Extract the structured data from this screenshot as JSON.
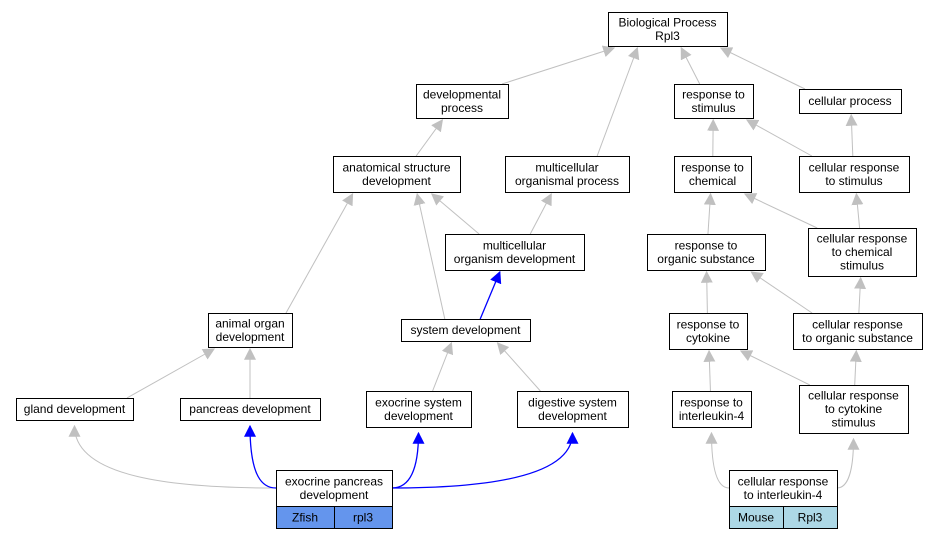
{
  "colors": {
    "edge_default": "#c0c0c0",
    "edge_highlight": "#0000ff",
    "zfish_fill": "#6495ed",
    "mouse_fill": "#add8e6"
  },
  "nodes": [
    {
      "id": "bio",
      "lines": [
        "Biological Process",
        "Rpl3"
      ]
    },
    {
      "id": "dev",
      "lines": [
        "developmental",
        "process"
      ]
    },
    {
      "id": "rts",
      "lines": [
        "response to",
        "stimulus"
      ]
    },
    {
      "id": "cp",
      "lines": [
        "cellular process"
      ]
    },
    {
      "id": "asd",
      "lines": [
        "anatomical structure",
        "development"
      ]
    },
    {
      "id": "mop",
      "lines": [
        "multicellular",
        "organismal process"
      ]
    },
    {
      "id": "rtc",
      "lines": [
        "response to",
        "chemical"
      ]
    },
    {
      "id": "crs",
      "lines": [
        "cellular response",
        "to stimulus"
      ]
    },
    {
      "id": "mod",
      "lines": [
        "multicellular",
        "organism development"
      ]
    },
    {
      "id": "rtos",
      "lines": [
        "response to",
        "organic substance"
      ]
    },
    {
      "id": "crcs",
      "lines": [
        "cellular response",
        "to chemical",
        "stimulus"
      ]
    },
    {
      "id": "aod",
      "lines": [
        "animal organ",
        "development"
      ]
    },
    {
      "id": "sd",
      "lines": [
        "system development"
      ]
    },
    {
      "id": "rtcy",
      "lines": [
        "response to",
        "cytokine"
      ]
    },
    {
      "id": "cros",
      "lines": [
        "cellular response",
        "to organic substance"
      ]
    },
    {
      "id": "gd",
      "lines": [
        "gland development"
      ]
    },
    {
      "id": "pd",
      "lines": [
        "pancreas development"
      ]
    },
    {
      "id": "esd",
      "lines": [
        "exocrine system",
        "development"
      ]
    },
    {
      "id": "dsd",
      "lines": [
        "digestive system",
        "development"
      ]
    },
    {
      "id": "rti4",
      "lines": [
        "response to",
        "interleukin-4"
      ]
    },
    {
      "id": "crcy",
      "lines": [
        "cellular response",
        "to cytokine",
        "stimulus"
      ]
    },
    {
      "id": "epd",
      "lines": [
        "exocrine pancreas",
        "development"
      ],
      "cells": [
        "Zfish",
        "rpl3"
      ],
      "fill": "zfish_fill"
    },
    {
      "id": "cri4",
      "lines": [
        "cellular response",
        "to interleukin-4"
      ],
      "cells": [
        "Mouse",
        "Rpl3"
      ],
      "fill": "mouse_fill"
    }
  ],
  "edges": [
    {
      "from": "dev",
      "to": "bio"
    },
    {
      "from": "mop",
      "to": "bio"
    },
    {
      "from": "rts",
      "to": "bio"
    },
    {
      "from": "cp",
      "to": "bio"
    },
    {
      "from": "asd",
      "to": "dev"
    },
    {
      "from": "mod",
      "to": "asd"
    },
    {
      "from": "mod",
      "to": "mop"
    },
    {
      "from": "aod",
      "to": "asd"
    },
    {
      "from": "sd",
      "to": "asd"
    },
    {
      "from": "sd",
      "to": "mod",
      "highlight": true
    },
    {
      "from": "gd",
      "to": "aod"
    },
    {
      "from": "pd",
      "to": "aod"
    },
    {
      "from": "esd",
      "to": "sd"
    },
    {
      "from": "dsd",
      "to": "sd"
    },
    {
      "from": "epd",
      "to": "gd"
    },
    {
      "from": "epd",
      "to": "pd",
      "highlight": true
    },
    {
      "from": "epd",
      "to": "esd",
      "highlight": true
    },
    {
      "from": "epd",
      "to": "dsd",
      "highlight": true
    },
    {
      "from": "rtc",
      "to": "rts"
    },
    {
      "from": "crs",
      "to": "rts"
    },
    {
      "from": "crs",
      "to": "cp"
    },
    {
      "from": "rtos",
      "to": "rtc"
    },
    {
      "from": "crcs",
      "to": "rtc"
    },
    {
      "from": "crcs",
      "to": "crs"
    },
    {
      "from": "rtcy",
      "to": "rtos"
    },
    {
      "from": "cros",
      "to": "rtos"
    },
    {
      "from": "cros",
      "to": "crcs"
    },
    {
      "from": "rti4",
      "to": "rtcy"
    },
    {
      "from": "crcy",
      "to": "rtcy"
    },
    {
      "from": "crcy",
      "to": "cros"
    },
    {
      "from": "cri4",
      "to": "rti4"
    },
    {
      "from": "cri4",
      "to": "crcy"
    }
  ]
}
